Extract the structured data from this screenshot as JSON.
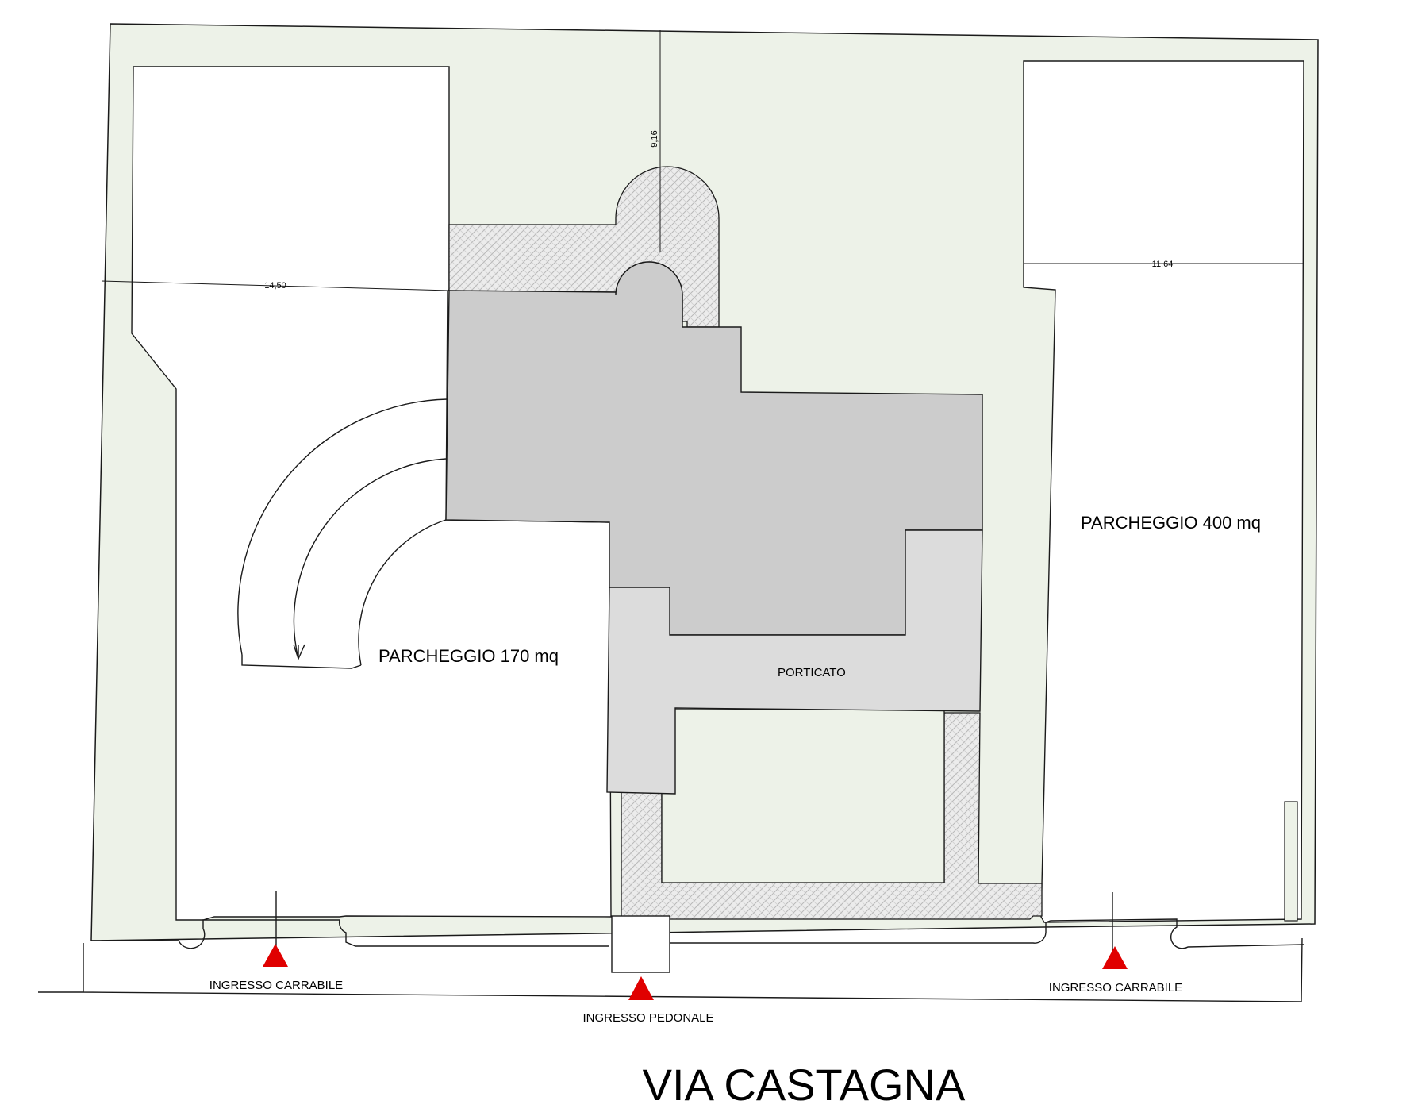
{
  "plan": {
    "street_name": "VIA CASTAGNA",
    "labels": {
      "parking_left": "PARCHEGGIO 170 mq",
      "parking_right": "PARCHEGGIO 400 mq",
      "porch": "PORTICATO",
      "entrance_vehicle_left": "INGRESSO CARRABILE",
      "entrance_vehicle_right": "INGRESSO CARRABILE",
      "entrance_pedestrian": "INGRESSO PEDONALE"
    },
    "dimensions": {
      "top_setback": "9,16",
      "left_setback": "14,50",
      "right_setback": "11,64"
    },
    "colors": {
      "garden": "#edf2e8",
      "building": "#cccccc",
      "porch": "#dcdcdc",
      "paving": "#e8e8e8",
      "marker": "#e00000",
      "line": "#1a1a1a"
    }
  }
}
